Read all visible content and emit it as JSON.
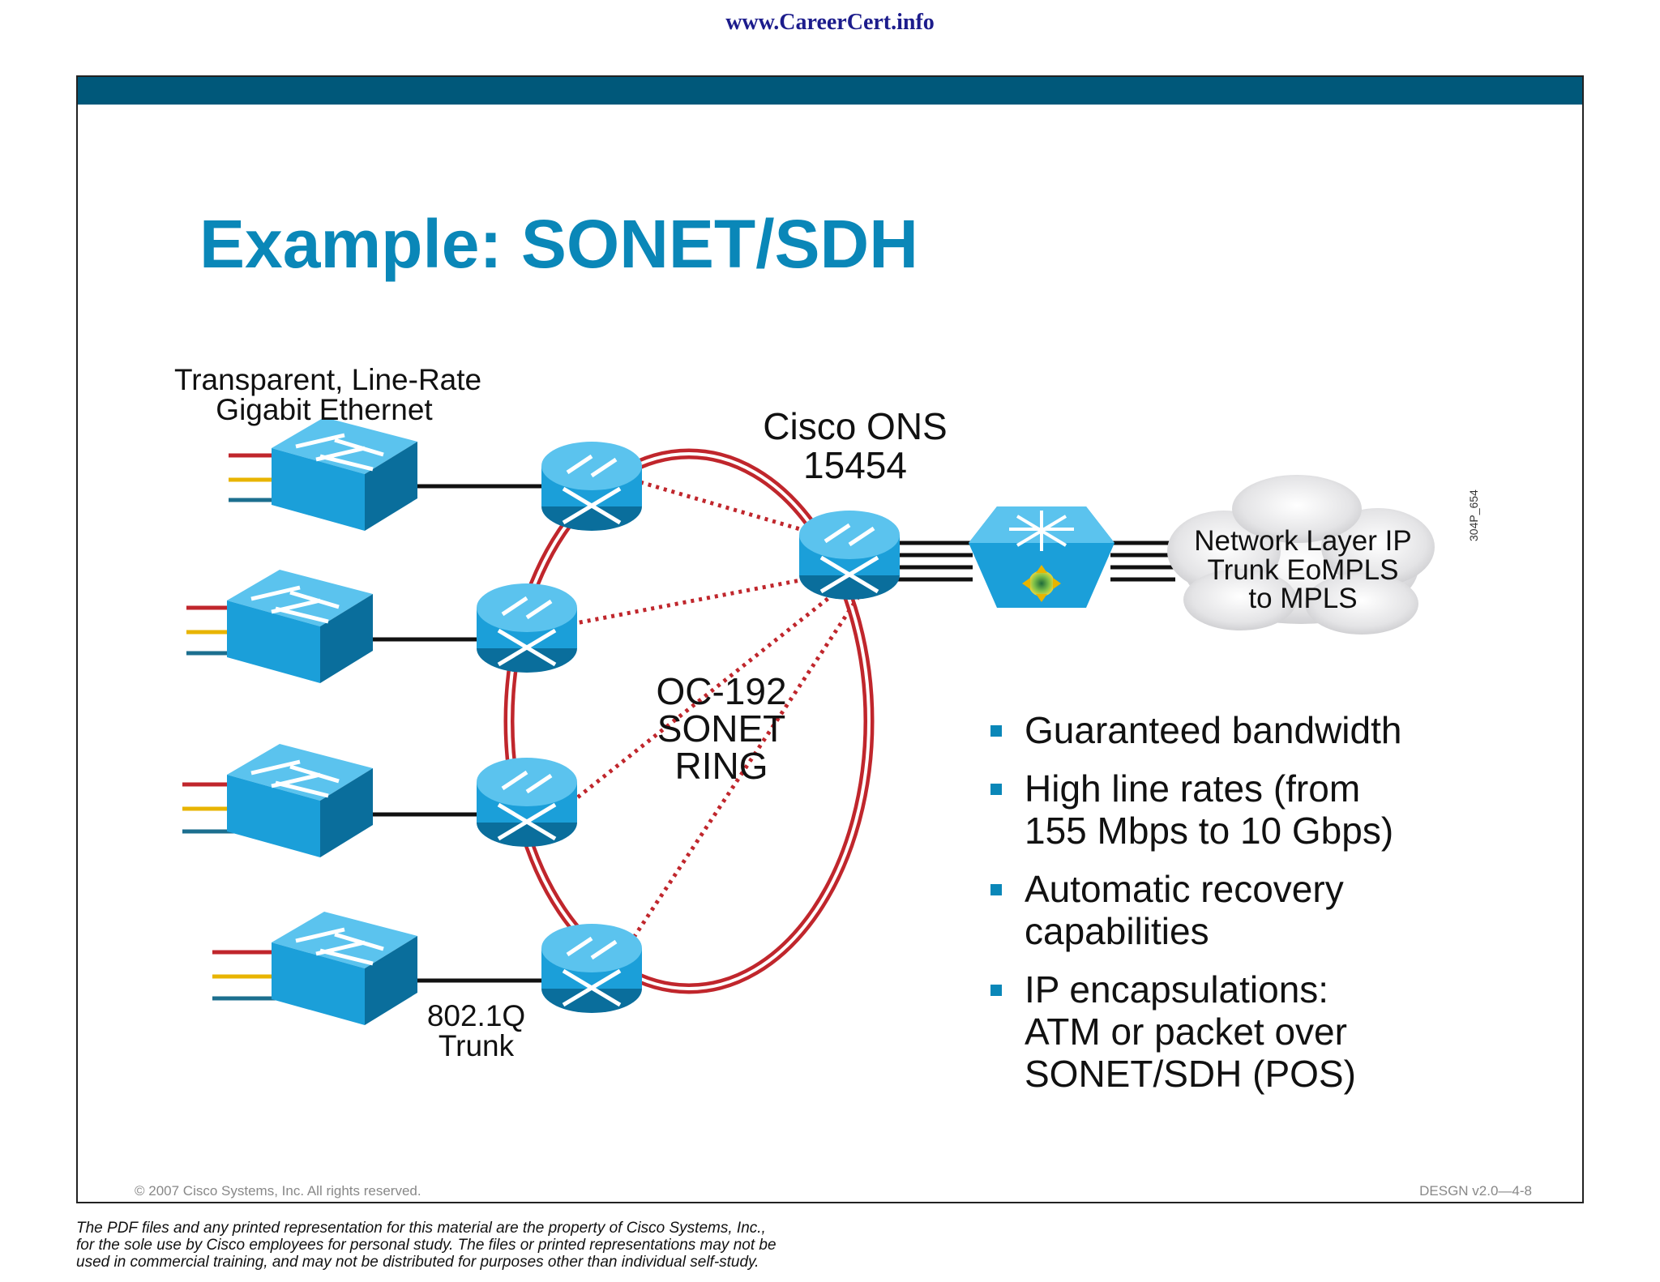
{
  "site": {
    "url": "www.CareerCert.info"
  },
  "slide": {
    "title": "Example: SONET/SDH",
    "labels": {
      "ethernet_line1": "Transparent, Line-Rate",
      "ethernet_line2": "Gigabit Ethernet",
      "ons_line1": "Cisco ONS",
      "ons_line2": "15454",
      "ring_line1": "OC-192",
      "ring_line2": "SONET",
      "ring_line3": "RING",
      "trunk_line1": "802.1Q",
      "trunk_line2": "Trunk",
      "cloud_line1": "Network Layer IP",
      "cloud_line2": "Trunk EoMPLS",
      "cloud_line3": "to MPLS",
      "figure_code": "304P_654"
    },
    "bullets": [
      {
        "line1": "Guaranteed bandwidth",
        "line2": "",
        "line3": ""
      },
      {
        "line1": "High line rates (from",
        "line2": "155 Mbps to 10 Gbps)",
        "line3": ""
      },
      {
        "line1": "Automatic recovery",
        "line2": "capabilities",
        "line3": ""
      },
      {
        "line1": "IP encapsulations:",
        "line2": "ATM or packet over",
        "line3": "SONET/SDH (POS)"
      }
    ],
    "footer": {
      "copyright": "© 2007 Cisco Systems, Inc. All rights reserved.",
      "course_code": "DESGN v2.0—4-8"
    },
    "colors": {
      "header_bar": "#00587a",
      "title": "#0a87b8",
      "ring": "#c0262c",
      "device": "#1b9fd9",
      "bullet": "#0a87b8"
    },
    "icons": {
      "switch": "workgroup-switch-icon",
      "router": "router-icon",
      "mpls_switch": "atm-mpls-switch-icon",
      "cloud": "cloud-icon"
    }
  },
  "disclaimer": {
    "line1": "The PDF files and any printed representation for this material are the property of Cisco Systems, Inc.,",
    "line2": "for the sole use by Cisco employees for personal study. The files or printed representations may not be",
    "line3": "used in commercial training, and may not be distributed for purposes other than individual self-study."
  }
}
